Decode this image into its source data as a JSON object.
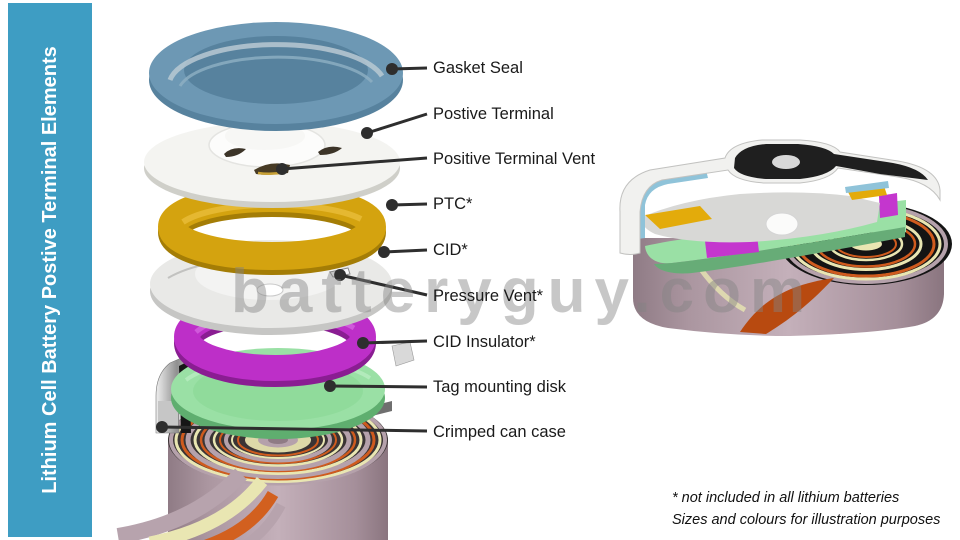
{
  "banner": {
    "title": "Lithium Cell Battery Postive Terminal Elements",
    "background_color": "#3E9DC3",
    "text_color": "#FFFFFF"
  },
  "watermark": {
    "text": "batteryguy.com",
    "color": "#BFBFBF"
  },
  "labels": [
    "Gasket Seal",
    "Postive Terminal",
    "Positive Terminal Vent",
    "PTC*",
    "CID*",
    "Pressure Vent*",
    "CID Insulator*",
    "Tag mounting disk",
    "Crimped can case"
  ],
  "footnote": {
    "line1": "* not included in all lithium batteries",
    "line2": "Sizes and colours for illustration purposes"
  },
  "part_colors": {
    "gasket_seal": "#6D98B4",
    "positive_terminal": "#F4F4F1",
    "ptc": "#D4A30F",
    "cid": "#E9E9E7",
    "cid_insulator": "#BD2FC8",
    "tag_mounting_disk": "#9AE0A5",
    "can_case": "#B5A1AB",
    "jelly_roll_orange": "#CF5B1E",
    "jelly_roll_cream": "#E9E6B2",
    "leader_line": "#2E2E2E"
  }
}
